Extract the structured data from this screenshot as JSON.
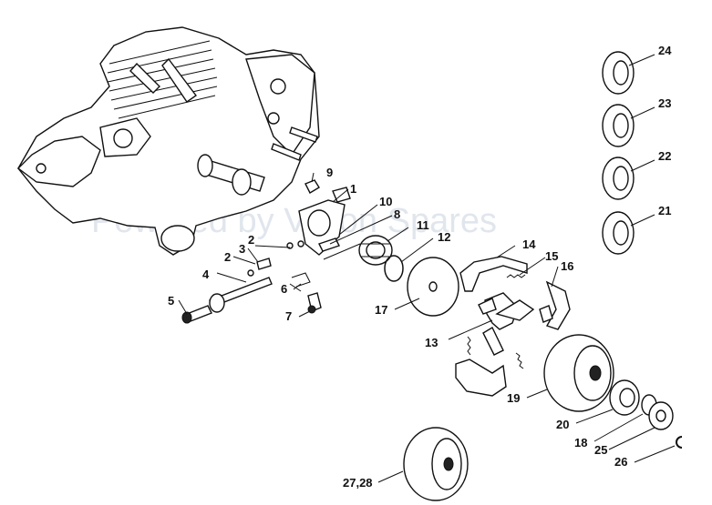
{
  "watermark": "Powered by Vision Spares",
  "labels": {
    "p1": "1",
    "p2a": "2",
    "p2b": "2",
    "p3": "3",
    "p4": "4",
    "p5": "5",
    "p6": "6",
    "p7": "7",
    "p8": "8",
    "p9": "9",
    "p10": "10",
    "p11": "11",
    "p12": "12",
    "p13": "13",
    "p14": "14",
    "p15": "15",
    "p16": "16",
    "p17": "17",
    "p19": "19",
    "p20": "20",
    "p18": "18",
    "p25": "25",
    "p26": "26",
    "p2728": "27,28",
    "p21": "21",
    "p22": "22",
    "p23": "23",
    "p24": "24"
  }
}
